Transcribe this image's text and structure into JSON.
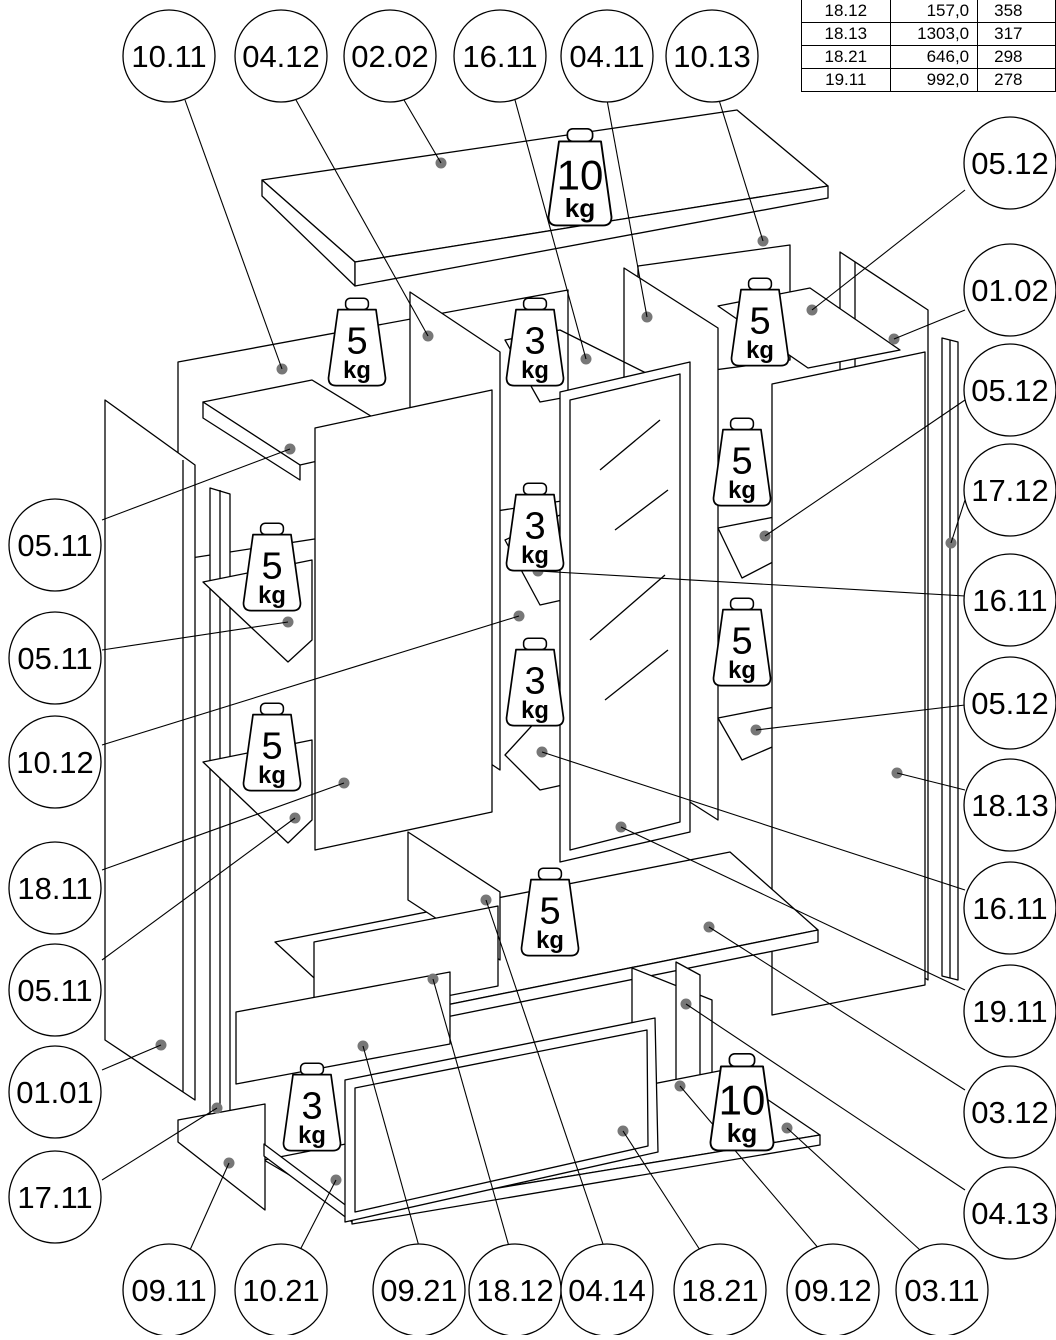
{
  "callouts": [
    {
      "label": "10.11"
    },
    {
      "label": "04.12"
    },
    {
      "label": "02.02"
    },
    {
      "label": "16.11"
    },
    {
      "label": "04.11"
    },
    {
      "label": "10.13"
    },
    {
      "label": "05.12"
    },
    {
      "label": "01.02"
    },
    {
      "label": "05.12"
    },
    {
      "label": "17.12"
    },
    {
      "label": "16.11"
    },
    {
      "label": "05.12"
    },
    {
      "label": "18.13"
    },
    {
      "label": "16.11"
    },
    {
      "label": "19.11"
    },
    {
      "label": "03.12"
    },
    {
      "label": "04.13"
    },
    {
      "label": "05.11"
    },
    {
      "label": "05.11"
    },
    {
      "label": "10.12"
    },
    {
      "label": "18.11"
    },
    {
      "label": "05.11"
    },
    {
      "label": "01.01"
    },
    {
      "label": "17.11"
    },
    {
      "label": "09.11"
    },
    {
      "label": "10.21"
    },
    {
      "label": "09.21"
    },
    {
      "label": "18.12"
    },
    {
      "label": "04.14"
    },
    {
      "label": "18.21"
    },
    {
      "label": "09.12"
    },
    {
      "label": "03.11"
    }
  ],
  "weights": [
    {
      "num": "10",
      "unit": "kg"
    },
    {
      "num": "5",
      "unit": "kg"
    },
    {
      "num": "5",
      "unit": "kg"
    },
    {
      "num": "3",
      "unit": "kg"
    },
    {
      "num": "5",
      "unit": "kg"
    },
    {
      "num": "3",
      "unit": "kg"
    },
    {
      "num": "5",
      "unit": "kg"
    },
    {
      "num": "5",
      "unit": "kg"
    },
    {
      "num": "3",
      "unit": "kg"
    },
    {
      "num": "5",
      "unit": "kg"
    },
    {
      "num": "5",
      "unit": "kg"
    },
    {
      "num": "3",
      "unit": "kg"
    },
    {
      "num": "10",
      "unit": "kg"
    }
  ],
  "table": {
    "rows": [
      [
        "18.12",
        "157,0",
        "358"
      ],
      [
        "18.13",
        "1303,0",
        "317"
      ],
      [
        "18.21",
        "646,0",
        "298"
      ],
      [
        "19.11",
        "992,0",
        "278"
      ]
    ]
  }
}
